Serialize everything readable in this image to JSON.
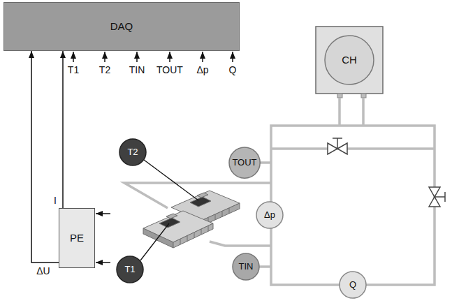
{
  "diagram": {
    "nodes": [
      {
        "text": [
          "DAQ"
        ]
      },
      {
        "text": [
          "CH"
        ]
      },
      {
        "text": [
          "T2"
        ]
      },
      {
        "text": [
          "TOUT"
        ]
      },
      {
        "text": [
          "PE"
        ]
      },
      {
        "text": [
          "Δp"
        ]
      },
      {
        "text": [
          "T1"
        ]
      },
      {
        "text": [
          "TIN"
        ]
      },
      {
        "text": [
          "Q"
        ]
      }
    ],
    "edges": [
      {
        "from": 4,
        "to": 0,
        "label": "I",
        "arrow": "to"
      },
      {
        "from": 4,
        "to": 0,
        "label": "ΔU",
        "arrow": "to"
      }
    ],
    "labels": [
      "T1",
      "T2",
      "TIN",
      "TOUT",
      "Δp",
      "Q"
    ]
  }
}
